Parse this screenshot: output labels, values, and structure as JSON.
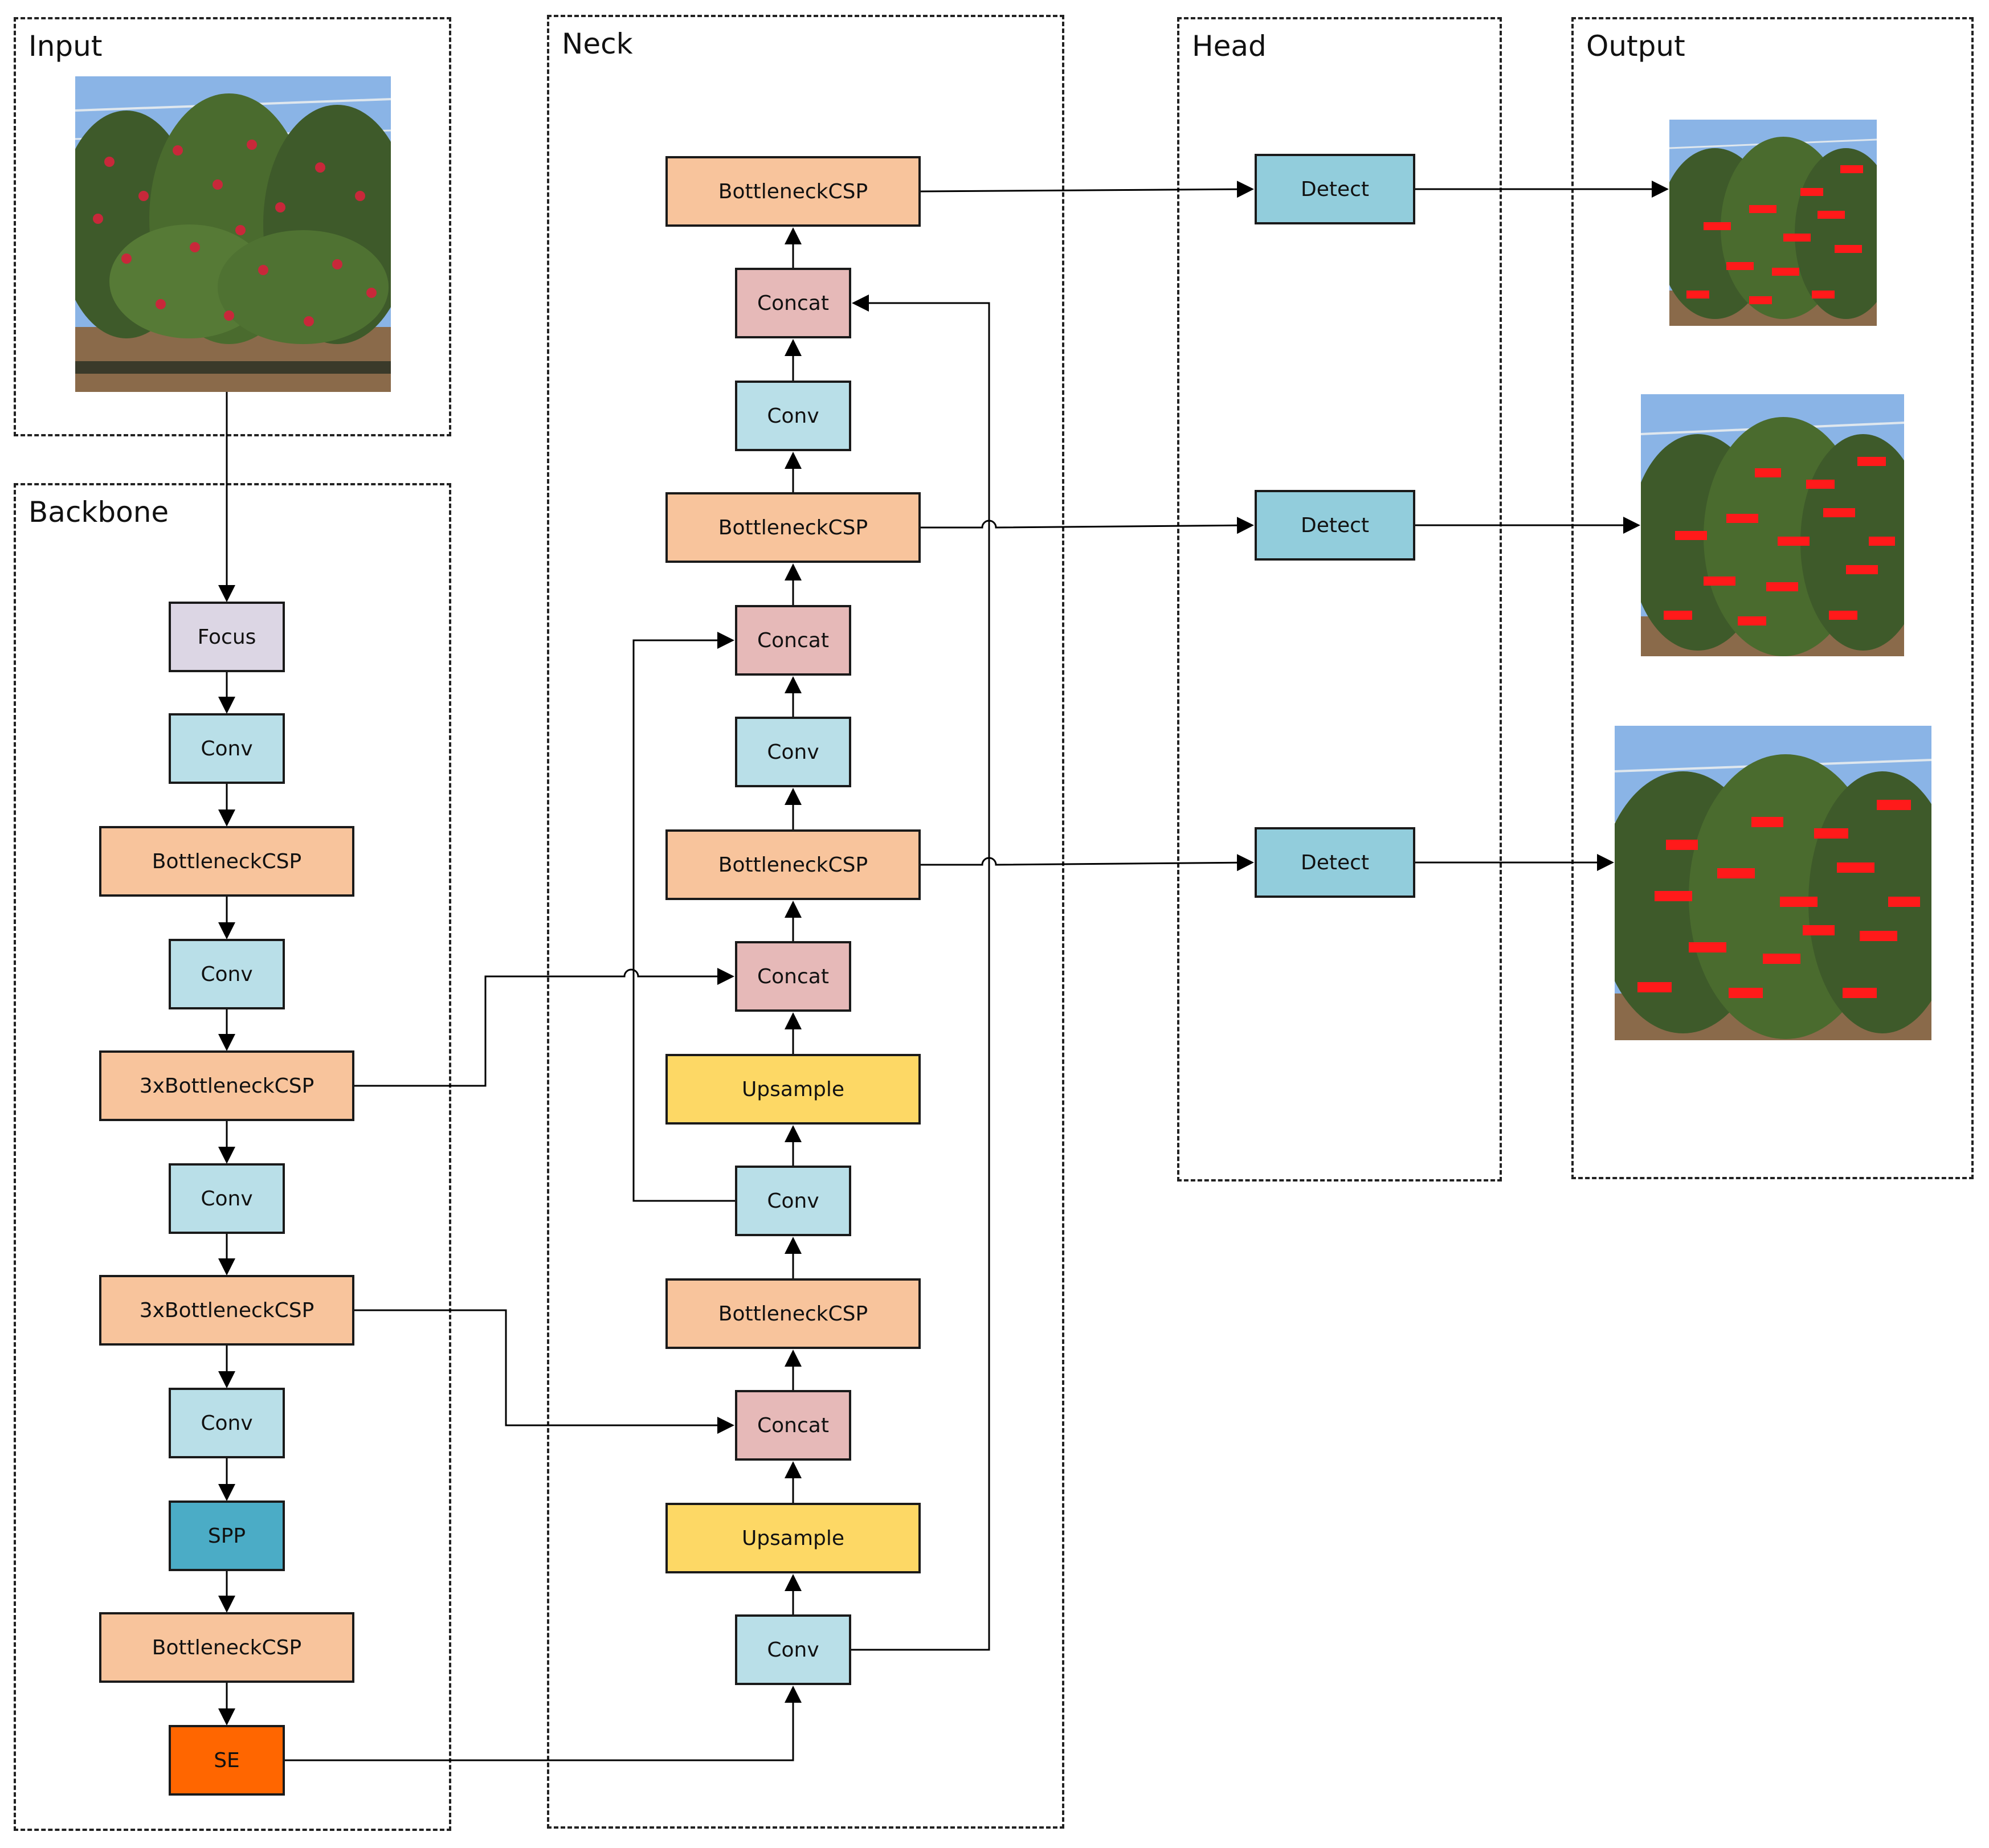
{
  "sections": {
    "input": "Input",
    "backbone": "Backbone",
    "neck": "Neck",
    "head": "Head",
    "output": "Output"
  },
  "backbone": {
    "focus": "Focus",
    "conv1": "Conv",
    "csp1": "BottleneckCSP",
    "conv2": "Conv",
    "csp3a": "3xBottleneckCSP",
    "conv3": "Conv",
    "csp3b": "3xBottleneckCSP",
    "conv4": "Conv",
    "spp": "SPP",
    "csp2": "BottleneckCSP",
    "se": "SE"
  },
  "neck": {
    "csp_top": "BottleneckCSP",
    "concat1": "Concat",
    "conv_a": "Conv",
    "csp_mid1": "BottleneckCSP",
    "concat2": "Concat",
    "conv_b": "Conv",
    "csp_mid2": "BottleneckCSP",
    "concat3": "Concat",
    "upsample1": "Upsample",
    "conv_c": "Conv",
    "csp_low": "BottleneckCSP",
    "concat4": "Concat",
    "upsample2": "Upsample",
    "conv_d": "Conv"
  },
  "head": {
    "detect1": "Detect",
    "detect2": "Detect",
    "detect3": "Detect"
  },
  "colors": {
    "focus": "#dcd6e4",
    "conv": "#b9dfe8",
    "bottleneck": "#f8c49c",
    "concat": "#e6b9b8",
    "upsample": "#fdd865",
    "spp": "#4bacc6",
    "se": "#ff6600",
    "detect": "#92cddc",
    "sky": "#8ab4e6",
    "foliage": "#3e5a2a",
    "ground": "#8a6a4a",
    "fruit": "#c8283a",
    "box": "#ff1a1a"
  }
}
